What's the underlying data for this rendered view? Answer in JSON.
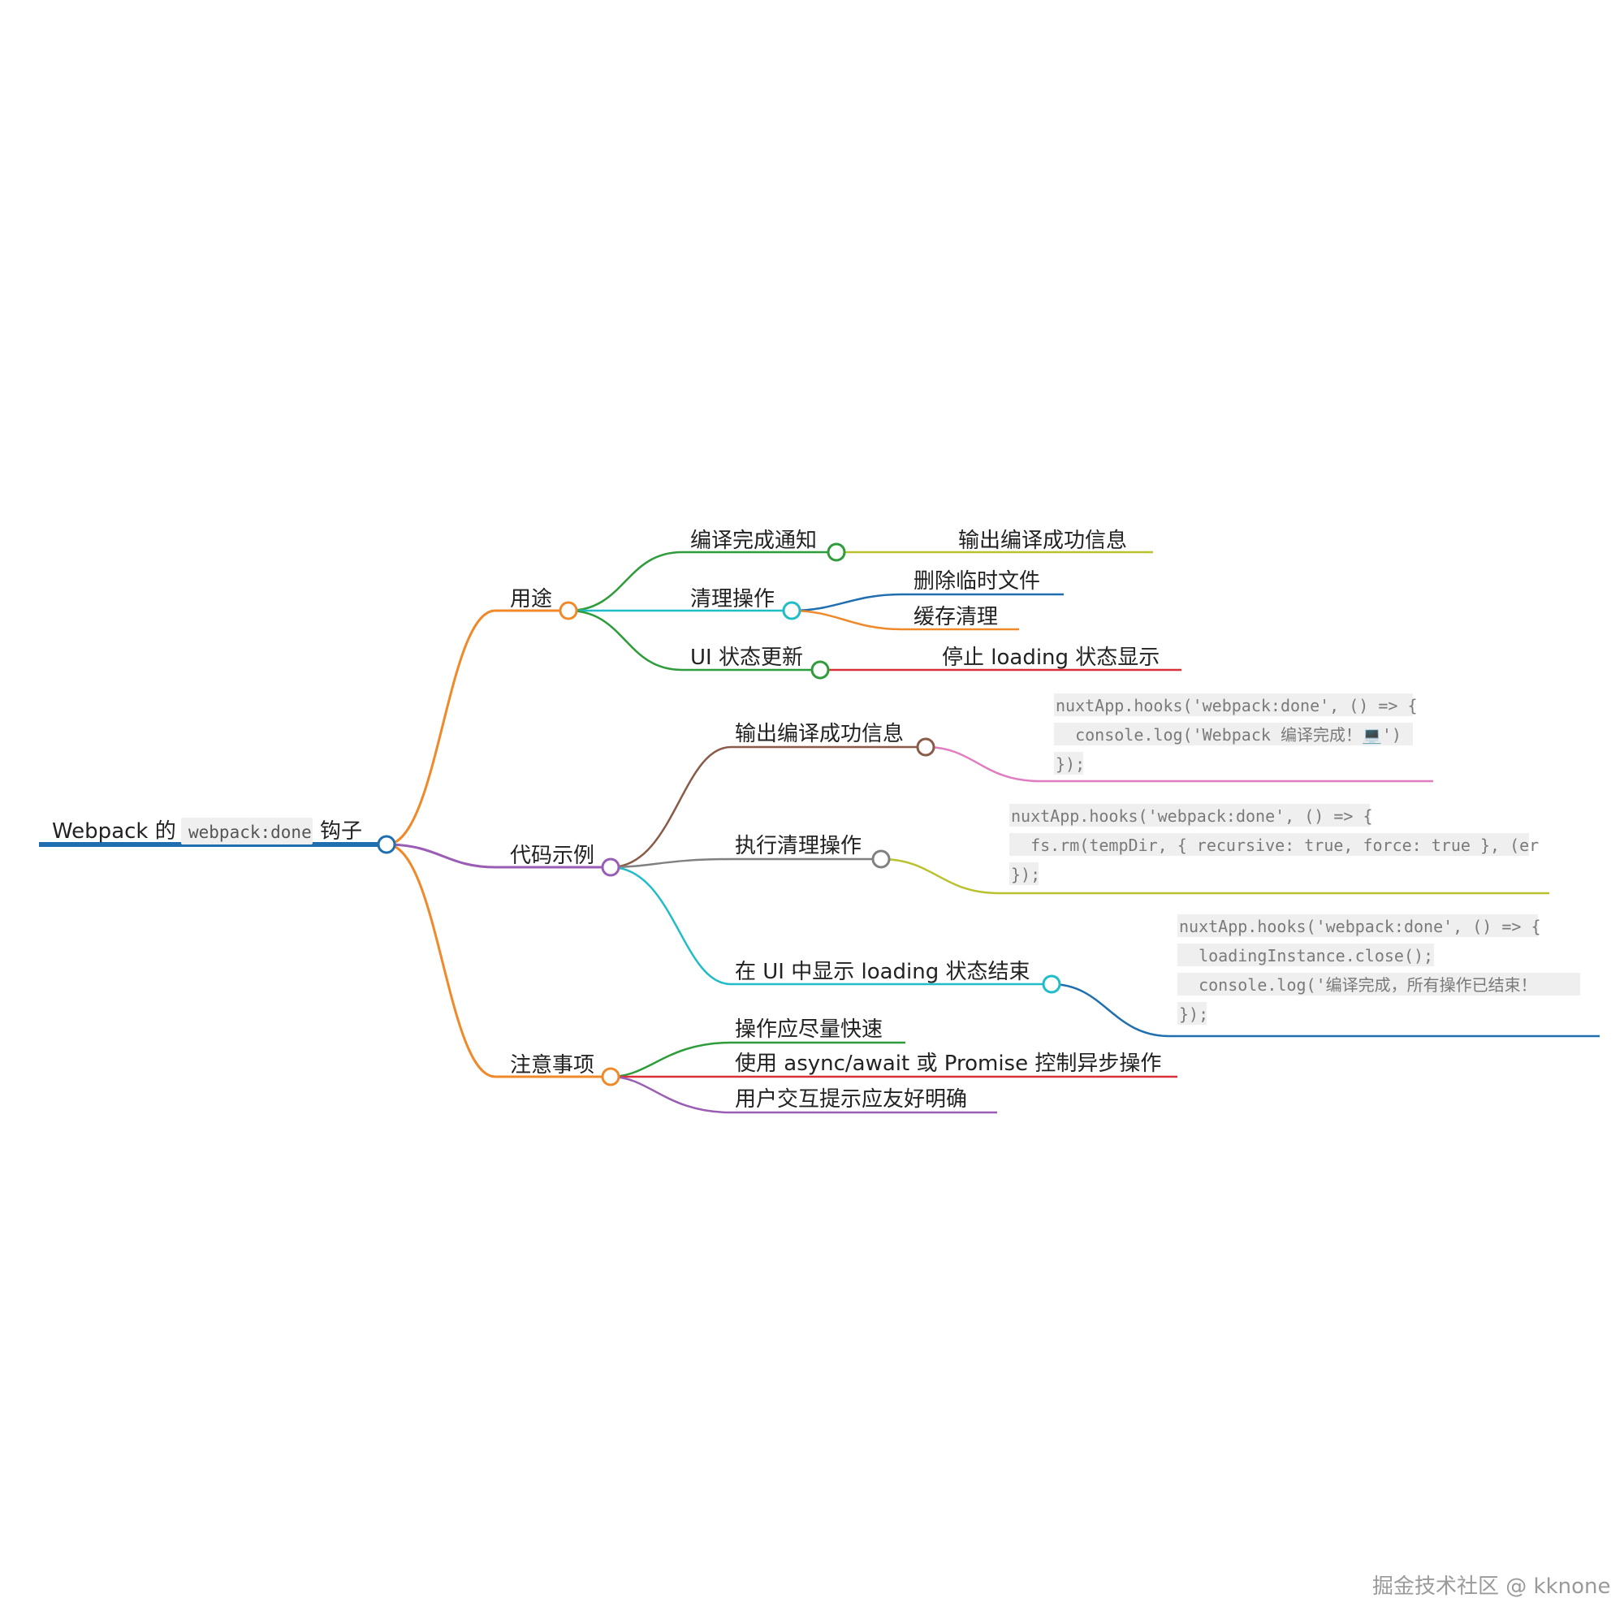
{
  "root": {
    "prefix": "Webpack 的",
    "code": "webpack:done",
    "suffix": "钩子"
  },
  "branches": {
    "usage": {
      "label": "用途",
      "compile_notice": {
        "label": "编译完成通知",
        "child": "输出编译成功信息"
      },
      "cleanup": {
        "label": "清理操作",
        "child1": "删除临时文件",
        "child2": "缓存清理"
      },
      "ui_update": {
        "label": "UI 状态更新",
        "child": "停止 loading 状态显示"
      }
    },
    "examples": {
      "label": "代码示例",
      "output_success": {
        "label": "输出编译成功信息",
        "code": [
          "nuxtApp.hooks('webpack:done', () => {",
          "  console.log('Webpack 编译完成！💻')",
          "});"
        ]
      },
      "run_cleanup": {
        "label": "执行清理操作",
        "code": [
          "nuxtApp.hooks('webpack:done', () => {",
          "  fs.rm(tempDir, { recursive: true, force: true }, (er",
          "});"
        ]
      },
      "ui_loading_end": {
        "label": "在 UI 中显示 loading 状态结束",
        "code": [
          "nuxtApp.hooks('webpack:done', () => {",
          "  loadingInstance.close();",
          "  console.log('编译完成，所有操作已结束！",
          "});"
        ]
      }
    },
    "notes": {
      "label": "注意事项",
      "item1": "操作应尽量快速",
      "item2": "使用 async/await 或 Promise 控制异步操作",
      "item3": "用户交互提示应友好明确"
    }
  },
  "watermark": "掘金技术社区 @ kknone",
  "colors": {
    "root": "#1f6fb0",
    "orange": "#f0892a",
    "purple": "#9a5db5",
    "green": "#2e9c3a",
    "cyan": "#1fbcc9",
    "blue": "#1f6fb0",
    "olive": "#b8c22e",
    "red": "#d9303a",
    "brown": "#8a5a48",
    "pink": "#e07cc0",
    "gray": "#808080"
  }
}
